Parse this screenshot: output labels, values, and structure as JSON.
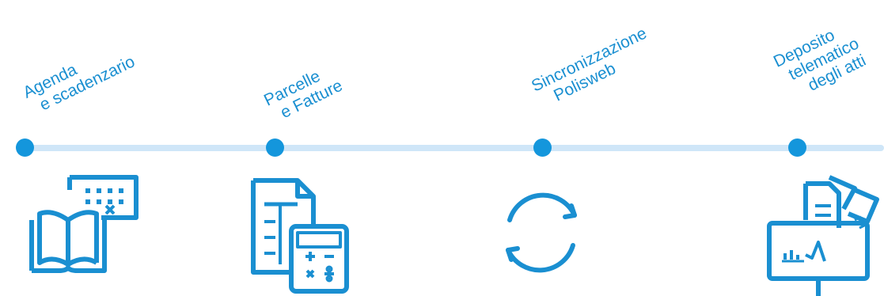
{
  "colors": {
    "accent": "#1a8fd1",
    "line": "#cfe6f8"
  },
  "steps": [
    {
      "line1": "Agenda",
      "line2": "e scadenzario",
      "icon": "book-calendar-icon"
    },
    {
      "line1": "Parcelle",
      "line2": "e Fatture",
      "icon": "invoice-calculator-icon"
    },
    {
      "line1": "Sincronizzazione",
      "line2": "Polisweb",
      "icon": "sync-icon"
    },
    {
      "line1": "Deposito",
      "line2": "telematico",
      "line3": "degli atti",
      "icon": "monitor-documents-icon"
    }
  ]
}
